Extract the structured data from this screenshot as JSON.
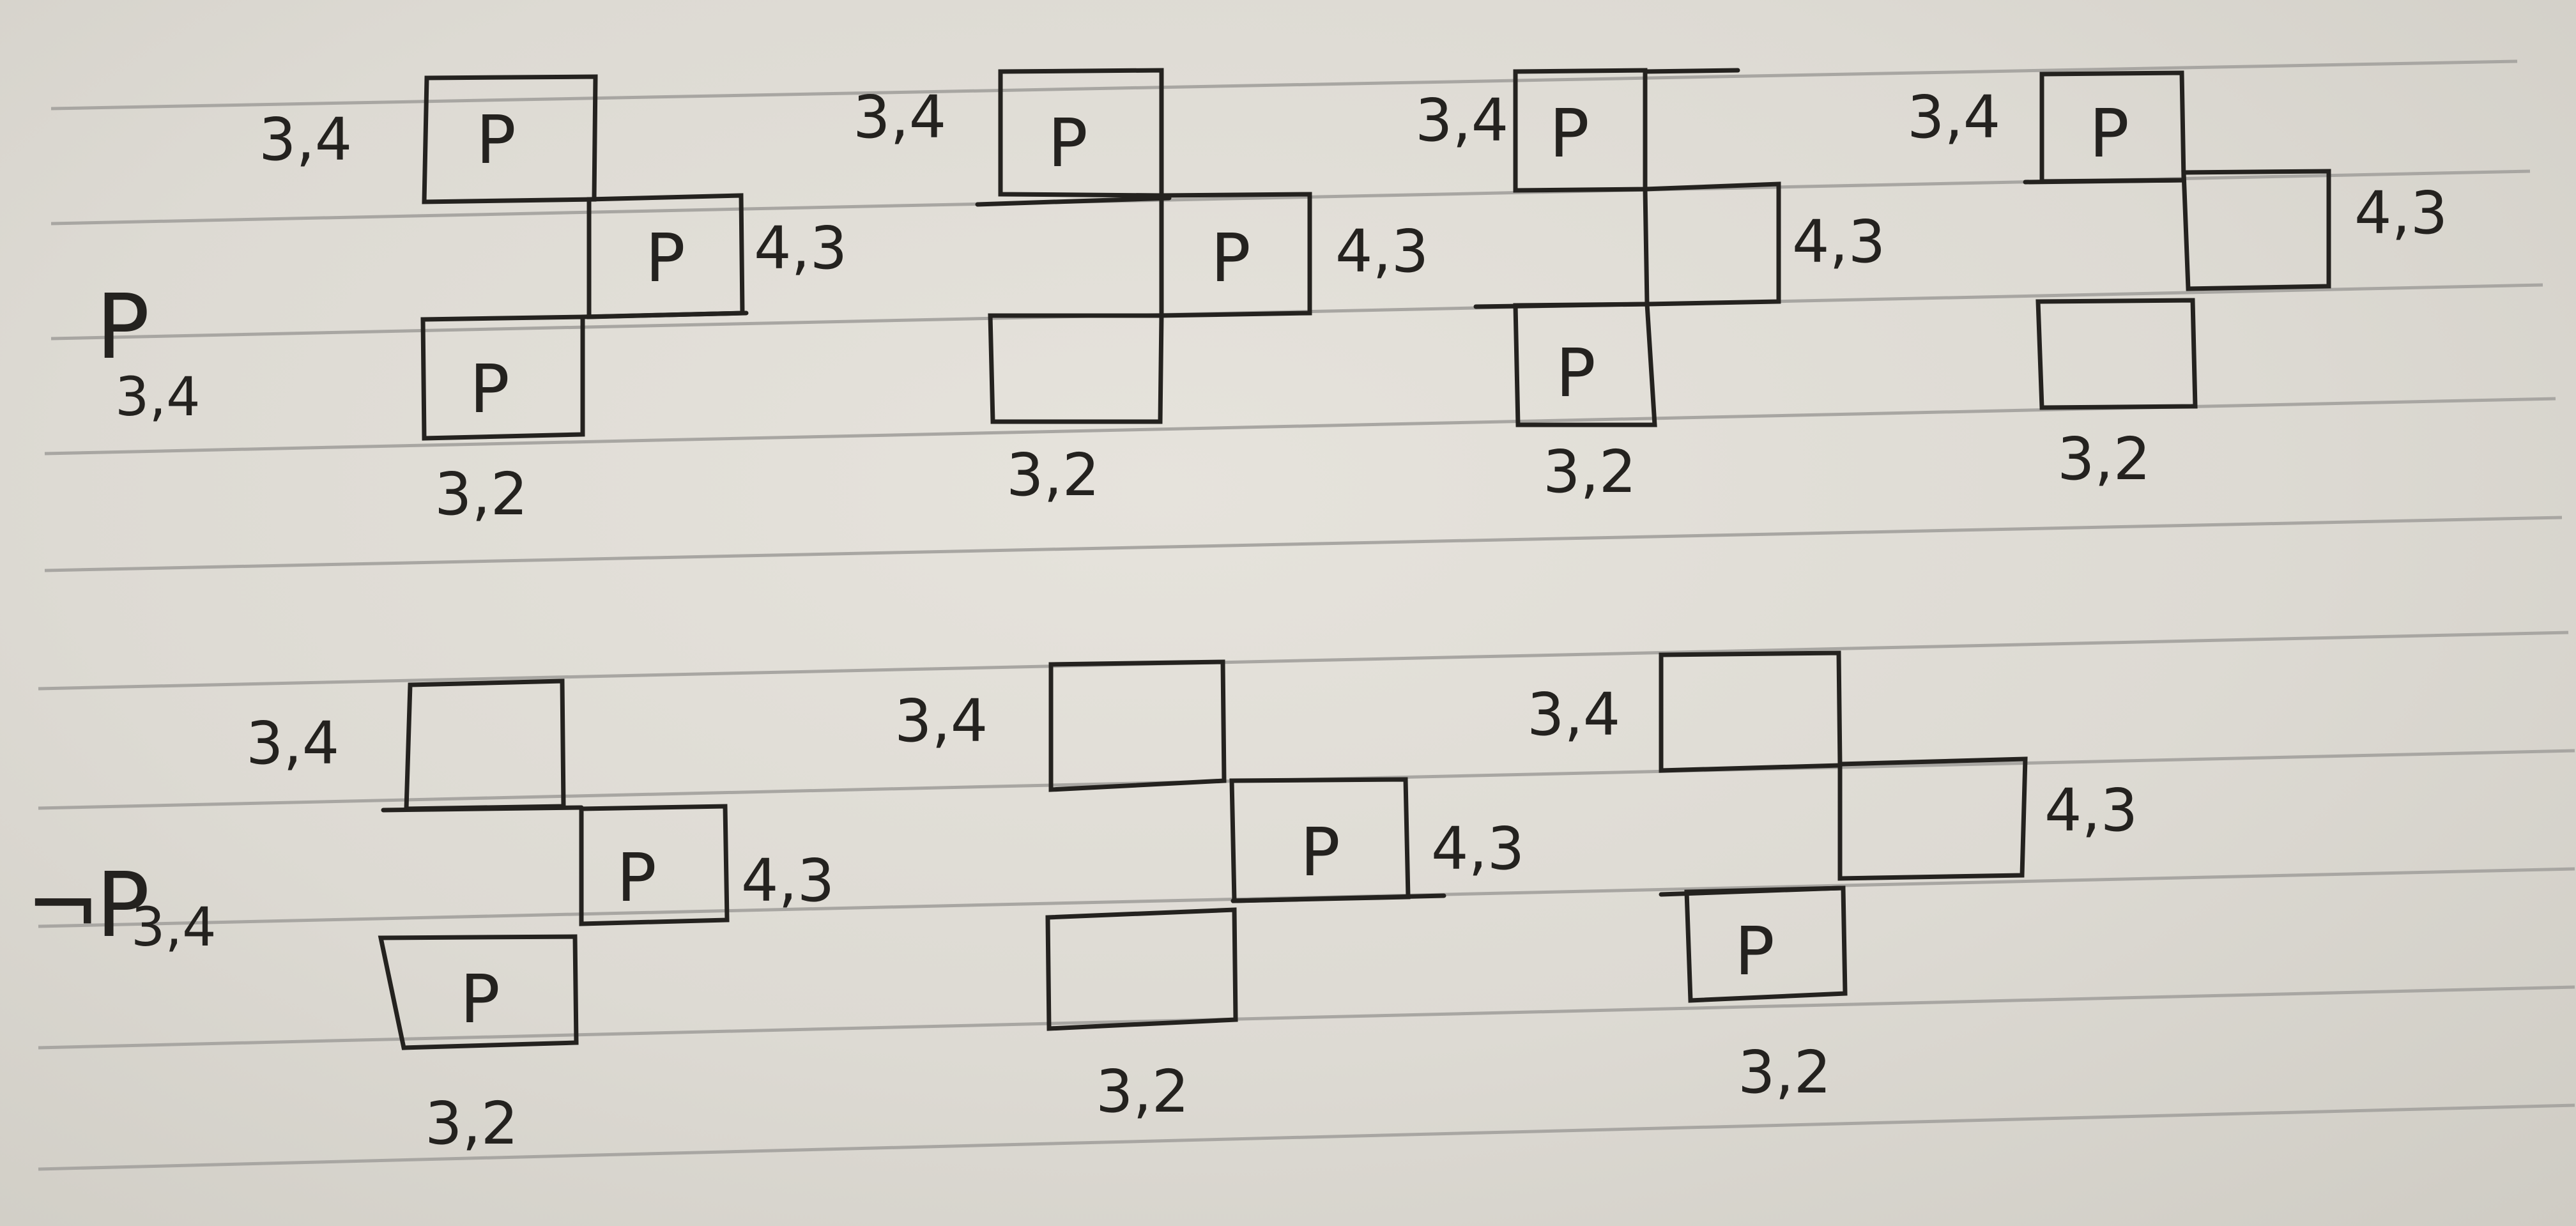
{
  "ink_color": "#24221f",
  "paper_color": "#e2dfd8",
  "rule_color": "#a8a6a2",
  "row_labels": {
    "top": {
      "mark": "P",
      "subscript": "3,4"
    },
    "bottom": {
      "negation": "¬",
      "mark": "P",
      "subscript": "3,4"
    }
  },
  "worlds": [
    {
      "row": "top",
      "label_34": "3,4",
      "label_43": "4,3",
      "label_32": "3,2",
      "cell_34": "P",
      "cell_43": "P",
      "cell_32": "P"
    },
    {
      "row": "top",
      "label_34": "3,4",
      "label_43": "4,3",
      "label_32": "3,2",
      "cell_34": "P",
      "cell_43": "P",
      "cell_32": ""
    },
    {
      "row": "top",
      "label_34": "3,4",
      "label_43": "4,3",
      "label_32": "3,2",
      "cell_34": "P",
      "cell_43": "",
      "cell_32": "P"
    },
    {
      "row": "top",
      "label_34": "3,4",
      "label_43": "4,3",
      "label_32": "3,2",
      "cell_34": "P",
      "cell_43": "",
      "cell_32": ""
    },
    {
      "row": "bottom",
      "label_34": "3,4",
      "label_43": "4,3",
      "label_32": "3,2",
      "cell_34": "",
      "cell_43": "P",
      "cell_32": "P"
    },
    {
      "row": "bottom",
      "label_34": "3,4",
      "label_43": "4,3",
      "label_32": "3,2",
      "cell_34": "",
      "cell_43": "P",
      "cell_32": ""
    },
    {
      "row": "bottom",
      "label_34": "3,4",
      "label_43": "4,3",
      "label_32": "3,2",
      "cell_34": "",
      "cell_43": "",
      "cell_32": "P"
    }
  ]
}
